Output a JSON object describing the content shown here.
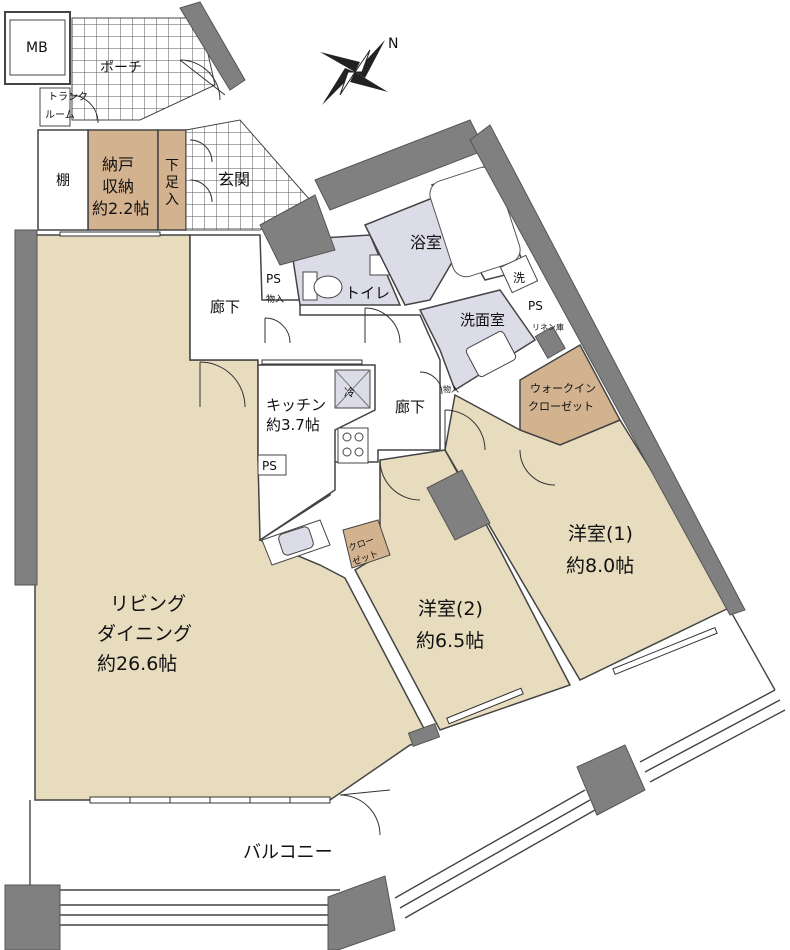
{
  "colors": {
    "living": "#e8dcbf",
    "bedroom": "#e8dcbf",
    "storage": "#d2b28f",
    "wet": "#dcdce8",
    "hall": "#ffffff",
    "wall": "#808080",
    "tile_line": "#555555"
  },
  "labels": {
    "mb": "MB",
    "porch": "ポーチ",
    "trunk_top": "トランク",
    "trunk_bottom": "ルーム",
    "shelf": "棚",
    "nando_1": "納戸",
    "nando_2": "収納",
    "nando_3": "約2.2帖",
    "geta_1": "下",
    "geta_2": "足",
    "geta_3": "入",
    "genkan": "玄関",
    "ps_toilet": "PS",
    "monoire": "物入",
    "toilet": "トイレ",
    "bath": "浴室",
    "washer": "洗",
    "ps_wash": "PS",
    "linen": "リネン庫",
    "senmen": "洗面室",
    "hall_1": "廊下",
    "hall_2": "廊下",
    "kitchen_name": "キッチン",
    "kitchen_size": "約3.7帖",
    "fridge": "冷",
    "ps_kitchen": "PS",
    "small_store": "物入",
    "wic_1": "ウォークイン",
    "wic_2": "クローゼット",
    "closet_1": "クロー",
    "closet_2": "ゼット",
    "room1_name": "洋室(1)",
    "room1_size": "約8.0帖",
    "room2_name": "洋室(2)",
    "room2_size": "約6.5帖",
    "ld_1": "リビング",
    "ld_2": "ダイニング",
    "ld_3": "約26.6帖",
    "balcony": "バルコニー",
    "north": "N"
  }
}
